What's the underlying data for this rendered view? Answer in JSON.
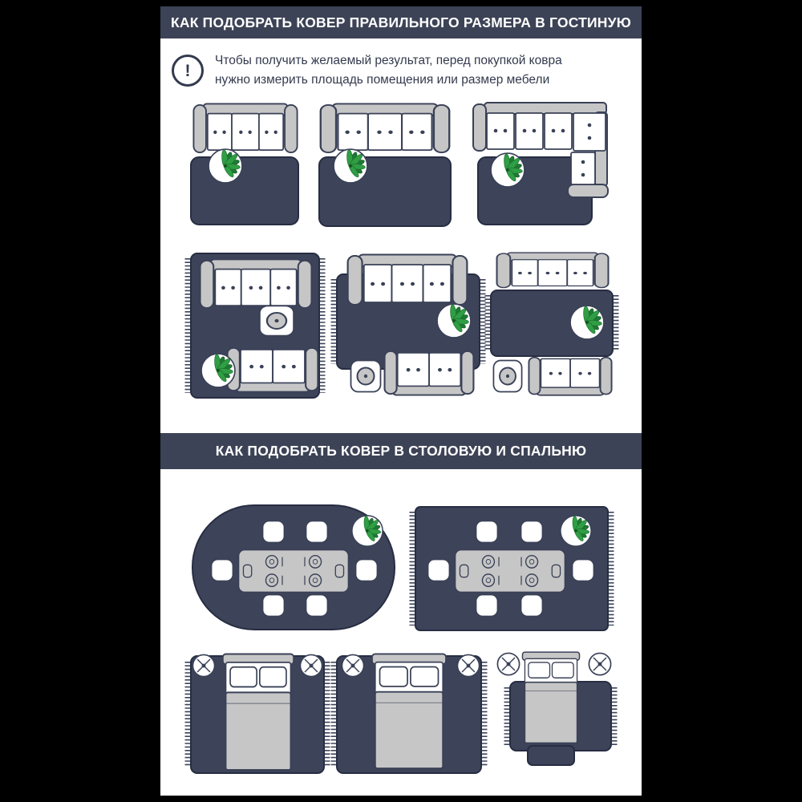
{
  "colors": {
    "page_bg": "#000000",
    "content_bg": "#ffffff",
    "header_bg": "#3d4356",
    "header_text": "#ffffff",
    "outline_navy": "#3a4157",
    "rug_navy": "#3d4459",
    "furniture_gray": "#c6c6c6",
    "plant_green": "#2f9e44",
    "text_dark": "#333a4d"
  },
  "sections": [
    {
      "id": "living-room",
      "title": "КАК ПОДОБРАТЬ КОВЕР ПРАВИЛЬНОГО РАЗМЕРА В ГОСТИНУЮ"
    },
    {
      "id": "dining-bedroom",
      "title": "КАК ПОДОБРАТЬ КОВЕР В СТОЛОВУЮ И СПАЛЬНЮ"
    }
  ],
  "warning": {
    "icon": "exclamation-circle-icon",
    "icon_glyph": "!",
    "line1": "Чтобы получить желаемый результат, перед покупкой ковра",
    "line2": "нужно измерить площадь помещения или размер мебели"
  },
  "diagrams": {
    "living_room": [
      "sofa-with-small-rug-in-front",
      "sofa-with-wider-rug-in-front",
      "corner-sofa-with-rug",
      "two-sofas-and-coffee-table-on-large-rug",
      "sofas-partially-on-medium-rug-with-side-table",
      "sofas-and-side-table-around-small-rug"
    ],
    "dining_room": [
      "dining-table-with-six-chairs-on-oval-rug",
      "dining-table-with-six-chairs-on-rectangular-rug"
    ],
    "bedroom": [
      "bed-fully-on-rug-with-nightstands",
      "bed-on-wide-rug-nightstands-off-rug",
      "bed-with-runner-rug-under-foot-and-bench"
    ]
  }
}
